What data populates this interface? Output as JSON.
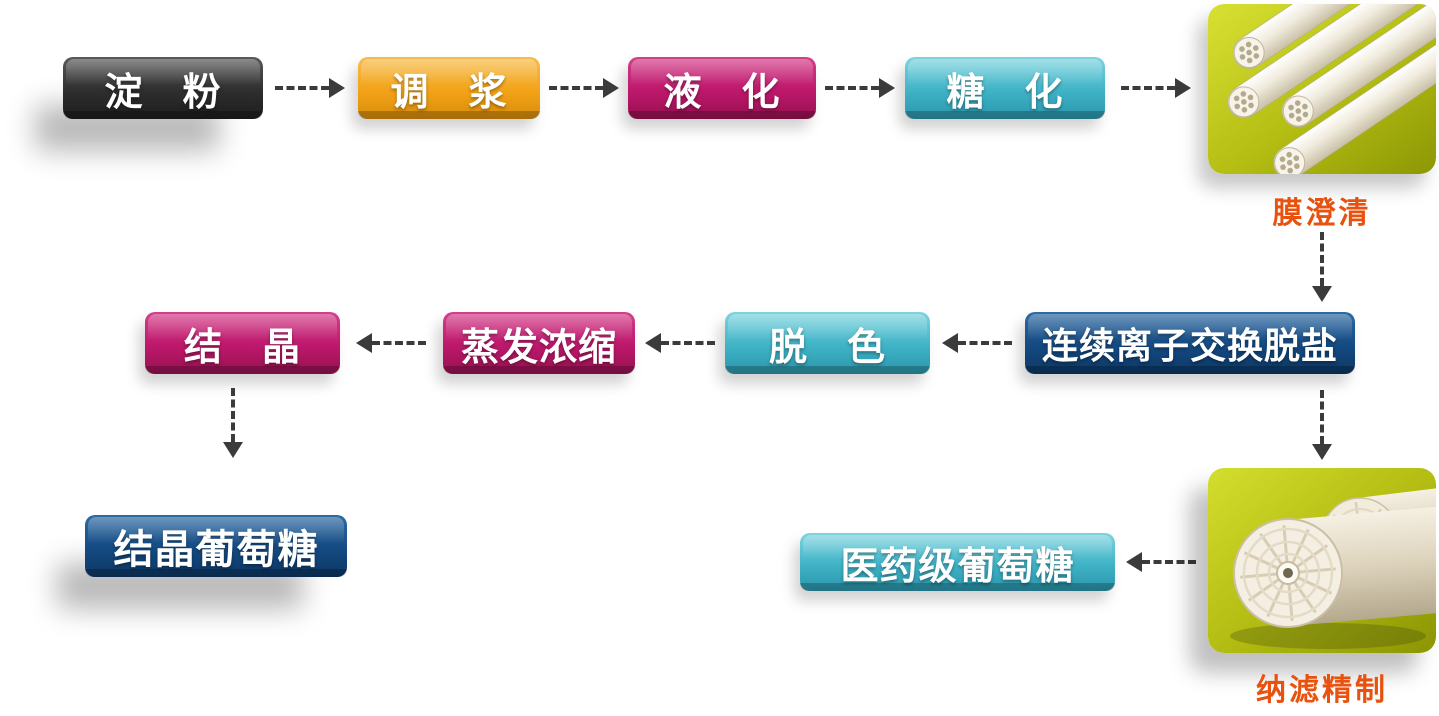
{
  "nodes": {
    "starch": "淀　粉",
    "slurry": "调　浆",
    "liquefaction": "液　化",
    "saccharification": "糖　化",
    "ion_exchange": "连续离子交换脱盐",
    "decolorization": "脱　色",
    "evaporation": "蒸发浓缩",
    "crystallization": "结　晶",
    "crystalline_glucose": "结晶葡萄糖",
    "pharma_glucose": "医药级葡萄糖"
  },
  "captions": {
    "membrane_clarification": "膜澄清",
    "nanofiltration_refining": "纳滤精制"
  },
  "edges": [
    {
      "from": "starch",
      "to": "slurry"
    },
    {
      "from": "slurry",
      "to": "liquefaction"
    },
    {
      "from": "liquefaction",
      "to": "saccharification"
    },
    {
      "from": "saccharification",
      "to": "membrane_clarification"
    },
    {
      "from": "membrane_clarification",
      "to": "ion_exchange"
    },
    {
      "from": "ion_exchange",
      "to": "decolorization"
    },
    {
      "from": "decolorization",
      "to": "evaporation"
    },
    {
      "from": "evaporation",
      "to": "crystallization"
    },
    {
      "from": "crystallization",
      "to": "crystalline_glucose"
    },
    {
      "from": "ion_exchange",
      "to": "nanofiltration_refining"
    },
    {
      "from": "nanofiltration_refining",
      "to": "pharma_glucose"
    }
  ],
  "colors": {
    "node_black": "#333333",
    "node_orange": "#f2a318",
    "node_magenta": "#bd186c",
    "node_teal": "#3fb3c6",
    "node_blue": "#144a82",
    "caption_text": "#e8520e",
    "arrow": "#3b3b3b",
    "photo_background": "#b3bd12"
  },
  "images": {
    "membrane_clarification": "ceramic-membrane-tubes-photo",
    "nanofiltration_refining": "spiral-wound-membrane-modules-photo"
  }
}
